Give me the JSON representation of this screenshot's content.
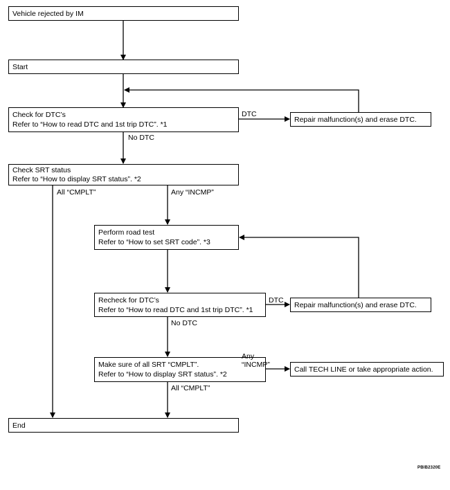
{
  "boxes": {
    "rejected": [
      "Vehicle rejected by IM"
    ],
    "start": [
      "Start"
    ],
    "check_dtc": [
      "Check for DTC’s",
      "Refer to “How to read DTC and 1st trip DTC”. *1"
    ],
    "repair1": [
      "Repair malfunction(s) and erase DTC."
    ],
    "check_srt": [
      "Check SRT status",
      "Refer to “How to display SRT status”. *2"
    ],
    "road_test": [
      "Perform road test",
      "Refer to “How to set SRT code”. *3"
    ],
    "recheck_dtc": [
      "Recheck for DTC’s",
      "Refer to “How to read DTC and 1st trip DTC”. *1"
    ],
    "repair2": [
      "Repair malfunction(s) and erase DTC."
    ],
    "make_sure": [
      "Make sure of all SRT “CMPLT”.",
      "Refer to “How to display SRT status”. *2"
    ],
    "tech_line": [
      "Call TECH LINE or take appropriate action."
    ],
    "end": [
      "End"
    ]
  },
  "labels": {
    "dtc1": "DTC",
    "no_dtc1": "No DTC",
    "all_cmplt1": "All “CMPLT”",
    "any_incmp1": "Any “INCMP”",
    "dtc2": "DTC",
    "no_dtc2": "No DTC",
    "any2_line1": "Any",
    "any2_line2": "“INCMP”",
    "all_cmplt2": "All “CMPLT”"
  },
  "figure_code": "PBIB2320E"
}
